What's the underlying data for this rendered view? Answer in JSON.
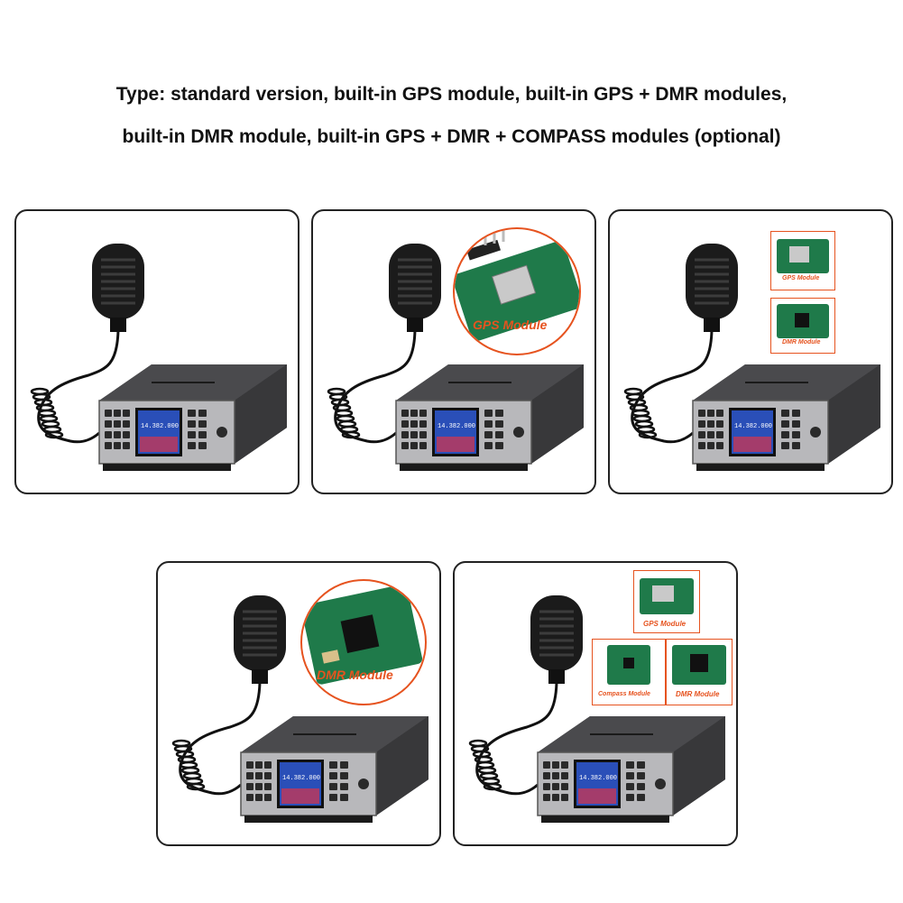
{
  "headline": {
    "line1": "Type: standard version, built-in GPS module, built-in GPS + DMR modules,",
    "line2": "built-in DMR module, built-in GPS + DMR + COMPASS modules (optional)"
  },
  "radio_screen_text": "14.382.000",
  "module_labels": {
    "gps": "GPS Module",
    "dmr": "DMR Module",
    "compass": "Compass Module"
  },
  "colors": {
    "label_orange": "#e6531f",
    "pcb_green": "#1f7a4a",
    "radio_body": "#3a3a3c",
    "screen_blue": "#2a4fb8"
  }
}
